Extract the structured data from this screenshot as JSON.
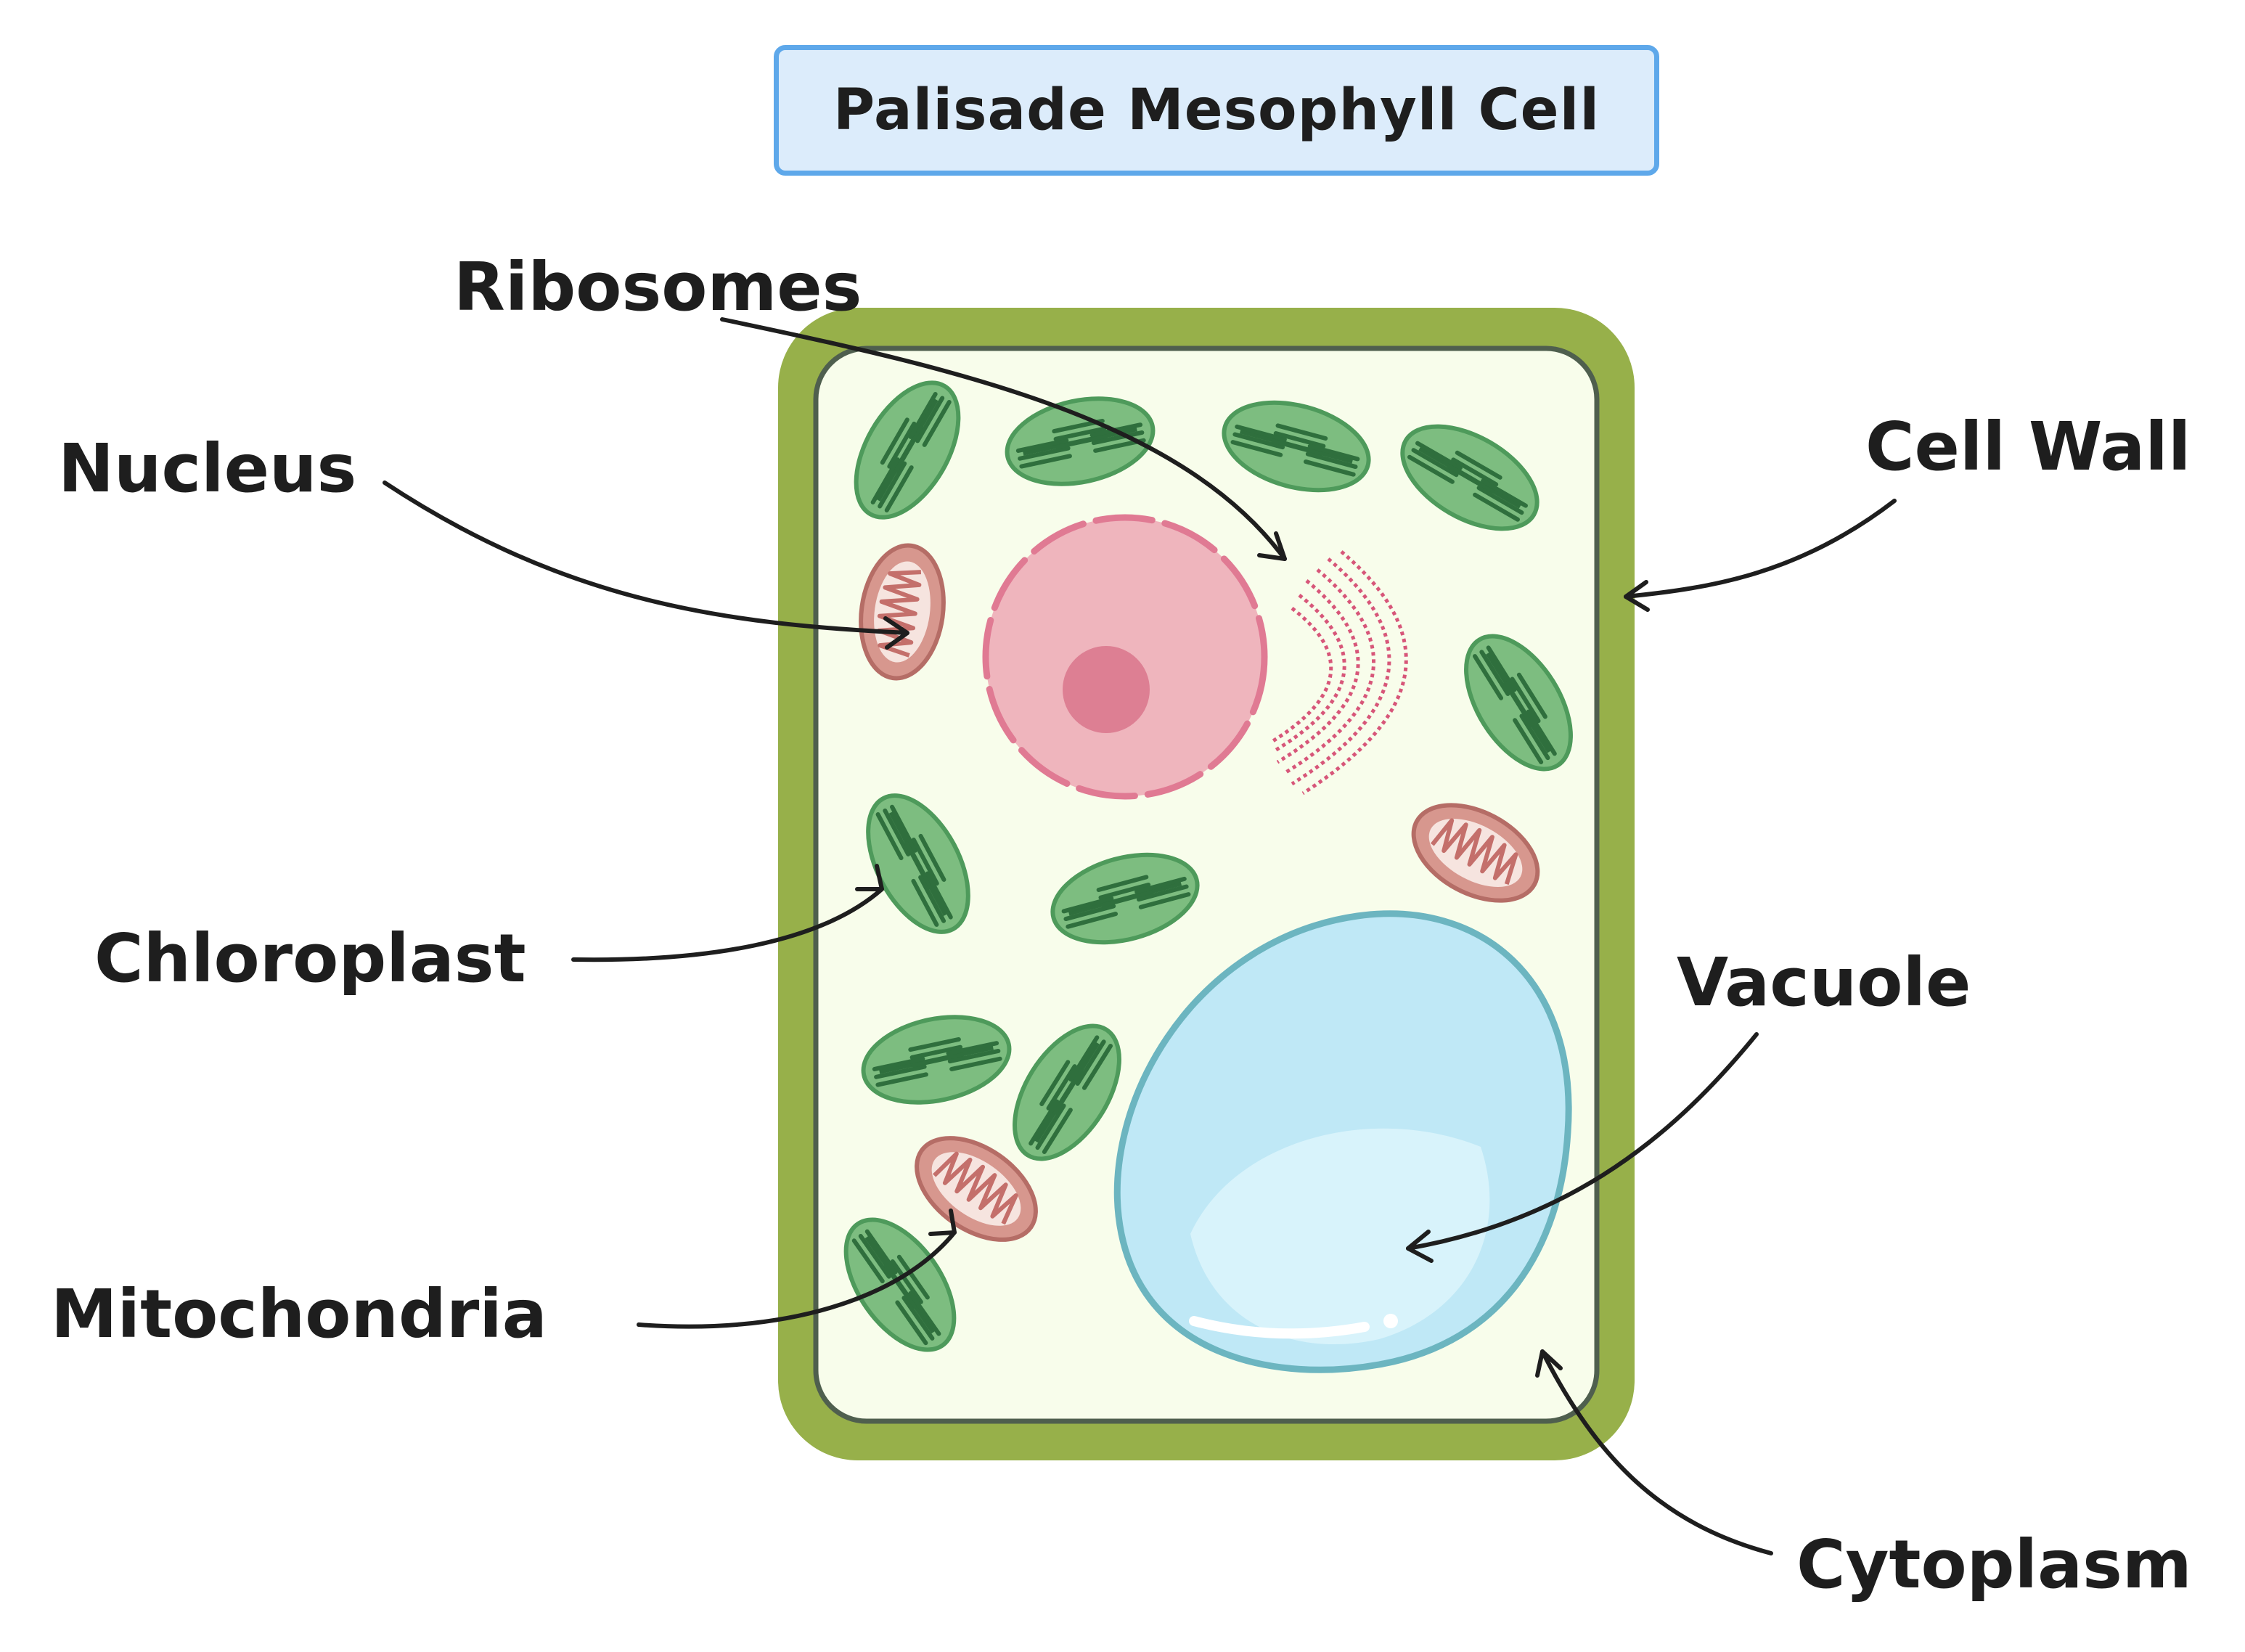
{
  "title": "Palisade Mesophyll Cell",
  "labels": {
    "ribosomes": "Ribosomes",
    "nucleus": "Nucleus",
    "cell_wall": "Cell Wall",
    "chloroplast": "Chloroplast",
    "vacuole": "Vacuole",
    "mitochondria": "Mitochondria",
    "cytoplasm": "Cytoplasm"
  },
  "colors": {
    "cell_wall": "#97b04a",
    "cell_membrane": "#4f5f4e",
    "cytoplasm": "#f8fdeb",
    "chloroplast_fill": "#7dbd80",
    "chloroplast_stroke": "#4e9a5b",
    "thylakoid": "#2f6f3d",
    "mitochondria_fill": "#d7978e",
    "mitochondria_inner": "#f6e4df",
    "nucleus_fill": "#efb5bd",
    "nucleus_envelope": "#e07a93",
    "nucleolus": "#dd7f93",
    "ribosome": "#d75679",
    "vacuole_fill": "#bfe8f6",
    "vacuole_stroke": "#6cb5c0",
    "arrow": "#1e1e1e",
    "title_border": "#5ea8ea",
    "title_fill": "#dcecfb"
  }
}
